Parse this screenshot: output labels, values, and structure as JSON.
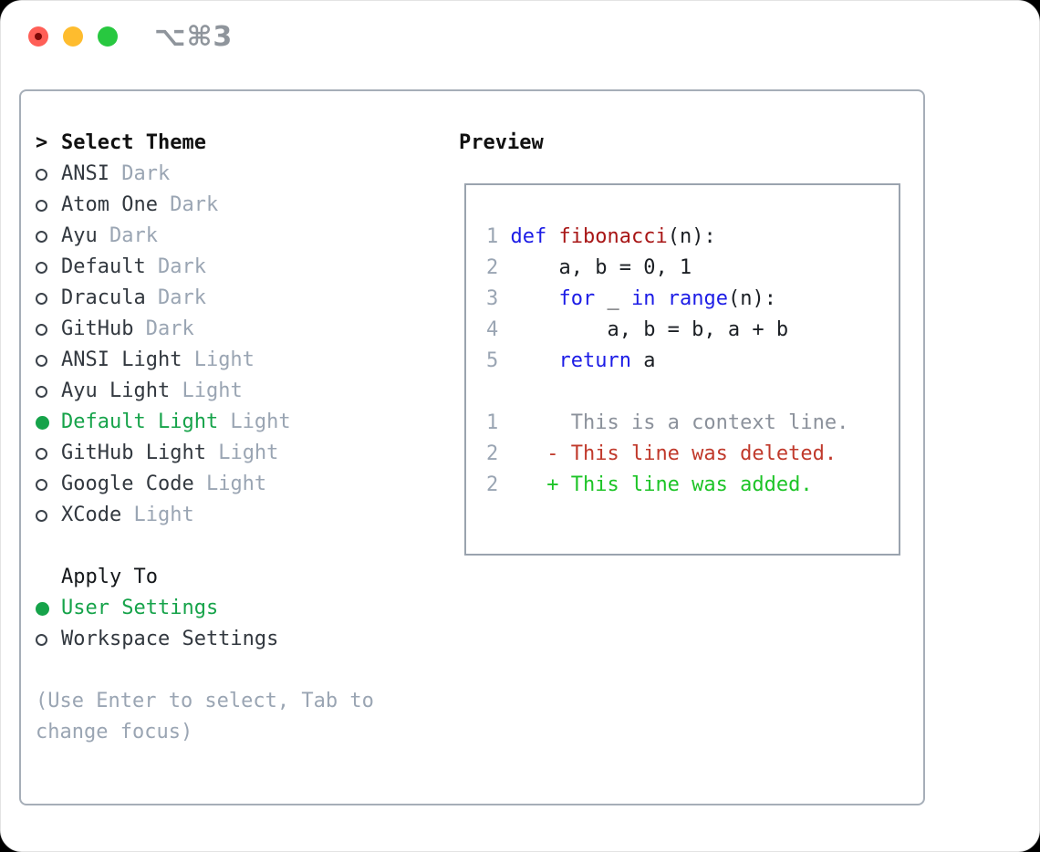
{
  "titlebar": {
    "shortcut": "⌥⌘3",
    "traffic_lights": [
      "close",
      "minimize",
      "zoom"
    ]
  },
  "colors": {
    "accent_green": "#16a34a",
    "keyword_blue": "#1c1ce6",
    "function_red": "#a81616",
    "deleted_red": "#c0392b",
    "added_green": "#1dc427",
    "muted_gray": "#9aa5b3",
    "context_gray": "#8b919b",
    "text_dark": "#32383f",
    "heading_black": "#111111",
    "traffic_red": "#ff5f57",
    "traffic_yellow": "#febc2e",
    "traffic_green": "#28c840"
  },
  "theme_selector": {
    "cursor": ">",
    "heading": "Select Theme",
    "items": [
      {
        "name": "ANSI",
        "variant": "Dark",
        "selected": false
      },
      {
        "name": "Atom One",
        "variant": "Dark",
        "selected": false
      },
      {
        "name": "Ayu",
        "variant": "Dark",
        "selected": false
      },
      {
        "name": "Default",
        "variant": "Dark",
        "selected": false
      },
      {
        "name": "Dracula",
        "variant": "Dark",
        "selected": false
      },
      {
        "name": "GitHub",
        "variant": "Dark",
        "selected": false
      },
      {
        "name": "ANSI Light",
        "variant": "Light",
        "selected": false
      },
      {
        "name": "Ayu Light",
        "variant": "Light",
        "selected": false
      },
      {
        "name": "Default Light",
        "variant": "Light",
        "selected": true
      },
      {
        "name": "GitHub Light",
        "variant": "Light",
        "selected": false
      },
      {
        "name": "Google Code",
        "variant": "Light",
        "selected": false
      },
      {
        "name": "XCode",
        "variant": "Light",
        "selected": false
      }
    ]
  },
  "apply_to": {
    "heading": "Apply To",
    "options": [
      {
        "label": "User Settings",
        "selected": true
      },
      {
        "label": "Workspace Settings",
        "selected": false
      }
    ]
  },
  "hint": {
    "0": "(Use Enter to select, Tab to",
    "1": "change focus)"
  },
  "preview": {
    "heading": "Preview",
    "code_lines": [
      {
        "num": "1",
        "tokens": [
          [
            "kw",
            "def"
          ],
          [
            "pl",
            " "
          ],
          [
            "fn",
            "fibonacci"
          ],
          [
            "pl",
            "(n):"
          ]
        ]
      },
      {
        "num": "2",
        "tokens": [
          [
            "pl",
            "    a, b = 0, 1"
          ]
        ]
      },
      {
        "num": "3",
        "tokens": [
          [
            "pl",
            "    "
          ],
          [
            "kw",
            "for"
          ],
          [
            "pl",
            " _ "
          ],
          [
            "kw",
            "in"
          ],
          [
            "pl",
            " "
          ],
          [
            "kw",
            "range"
          ],
          [
            "pl",
            "(n):"
          ]
        ]
      },
      {
        "num": "4",
        "tokens": [
          [
            "pl",
            "        a, b = b, a + b"
          ]
        ]
      },
      {
        "num": "5",
        "tokens": [
          [
            "pl",
            "    "
          ],
          [
            "kw",
            "return"
          ],
          [
            "pl",
            " a"
          ]
        ]
      }
    ],
    "diff_lines": [
      {
        "num": "1",
        "marker": " ",
        "kind": "ctx",
        "text": "This is a context line."
      },
      {
        "num": "2",
        "marker": "-",
        "kind": "del",
        "text": "This line was deleted."
      },
      {
        "num": "2",
        "marker": "+",
        "kind": "add",
        "text": "This line was added."
      }
    ]
  }
}
